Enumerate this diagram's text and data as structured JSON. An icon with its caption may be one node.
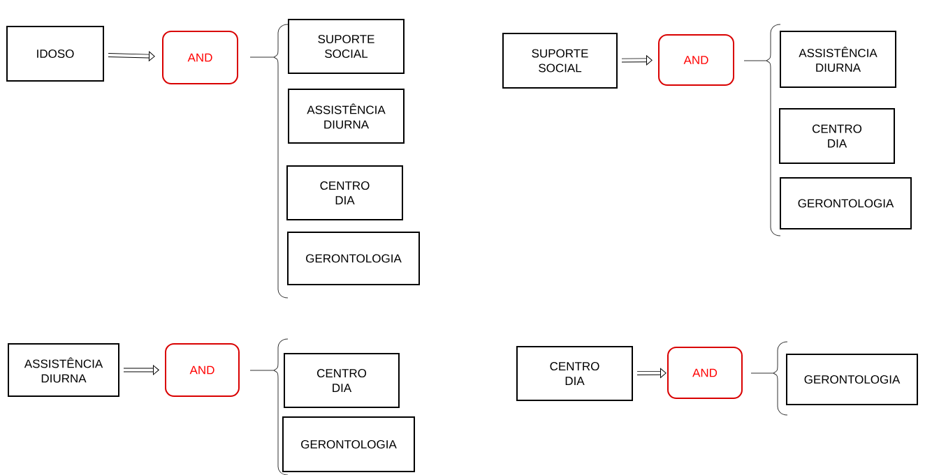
{
  "diagram": {
    "nodes": [
      {
        "text": [
          "IDOSO"
        ]
      },
      {
        "text": [
          "AND"
        ]
      },
      {
        "text": [
          "SUPORTE SOCIAL"
        ]
      },
      {
        "text": [
          "ASSISTÊNCIA DIURNA"
        ]
      },
      {
        "text": [
          "CENTRO DIA"
        ]
      },
      {
        "text": [
          "GERONTOLOGIA"
        ]
      },
      {
        "text": [
          "SUPORTE SOCIAL"
        ]
      },
      {
        "text": [
          "AND"
        ]
      },
      {
        "text": [
          "ASSISTÊNCIA DIURNA"
        ]
      },
      {
        "text": [
          "CENTRO DIA"
        ]
      },
      {
        "text": [
          "GERONTOLOGIA"
        ]
      },
      {
        "text": [
          "ASSISTÊNCIA DIURNA"
        ]
      },
      {
        "text": [
          "AND"
        ]
      },
      {
        "text": [
          "CENTRO DIA"
        ]
      },
      {
        "text": [
          "GERONTOLOGIA"
        ]
      },
      {
        "text": [
          "CENTRO DIA"
        ]
      },
      {
        "text": [
          "AND"
        ]
      },
      {
        "text": [
          "GERONTOLOGIA"
        ]
      }
    ],
    "edges": [
      {
        "from": 0,
        "to": 1,
        "arrow": "to"
      },
      {
        "from": 6,
        "to": 7,
        "arrow": "to"
      },
      {
        "from": 11,
        "to": 12,
        "arrow": "to"
      },
      {
        "from": 15,
        "to": 16,
        "arrow": "to"
      }
    ]
  }
}
